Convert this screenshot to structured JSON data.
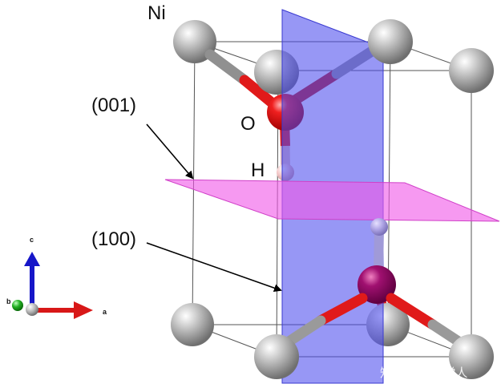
{
  "labels": {
    "ni": "Ni",
    "o": "O",
    "h": "H",
    "plane_001": "(001)",
    "plane_100": "(100)"
  },
  "axes": {
    "a": "a",
    "b": "b",
    "c": "c"
  },
  "watermark": "知乎 @能源学人",
  "colors": {
    "plane_100": "#5a5af0",
    "plane_001": "#f060e8",
    "nickel": "#a8a8a8",
    "oxygen": "#e81010",
    "hydrogen": "#f5c8c8",
    "axis_a": "#d81818",
    "axis_b": "#1fa01f",
    "axis_c": "#1818c8"
  }
}
